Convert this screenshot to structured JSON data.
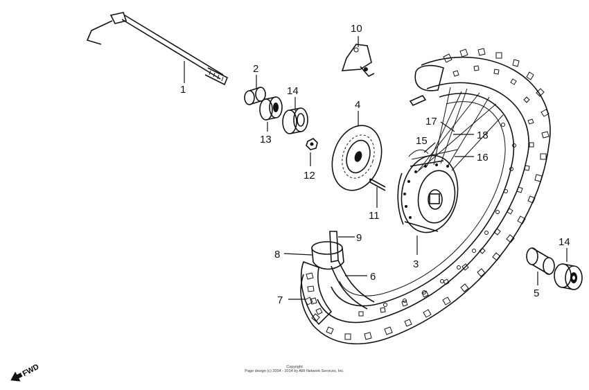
{
  "diagram": {
    "parts": [
      {
        "id": "1",
        "label": "1"
      },
      {
        "id": "2",
        "label": "2"
      },
      {
        "id": "3",
        "label": "3"
      },
      {
        "id": "4",
        "label": "4"
      },
      {
        "id": "5",
        "label": "5"
      },
      {
        "id": "6",
        "label": "6"
      },
      {
        "id": "7",
        "label": "7"
      },
      {
        "id": "8",
        "label": "8"
      },
      {
        "id": "9",
        "label": "9"
      },
      {
        "id": "10",
        "label": "10"
      },
      {
        "id": "11",
        "label": "11"
      },
      {
        "id": "12",
        "label": "12"
      },
      {
        "id": "13",
        "label": "13"
      },
      {
        "id": "14a",
        "label": "14"
      },
      {
        "id": "14b",
        "label": "14"
      },
      {
        "id": "15",
        "label": "15"
      },
      {
        "id": "16",
        "label": "16"
      },
      {
        "id": "17",
        "label": "17"
      },
      {
        "id": "18",
        "label": "18"
      }
    ],
    "direction_label": "FWD",
    "copyright_title": "Copyright",
    "copyright_line": "Page design (c) 2004 - 2014 by ARI Network Services, Inc."
  }
}
